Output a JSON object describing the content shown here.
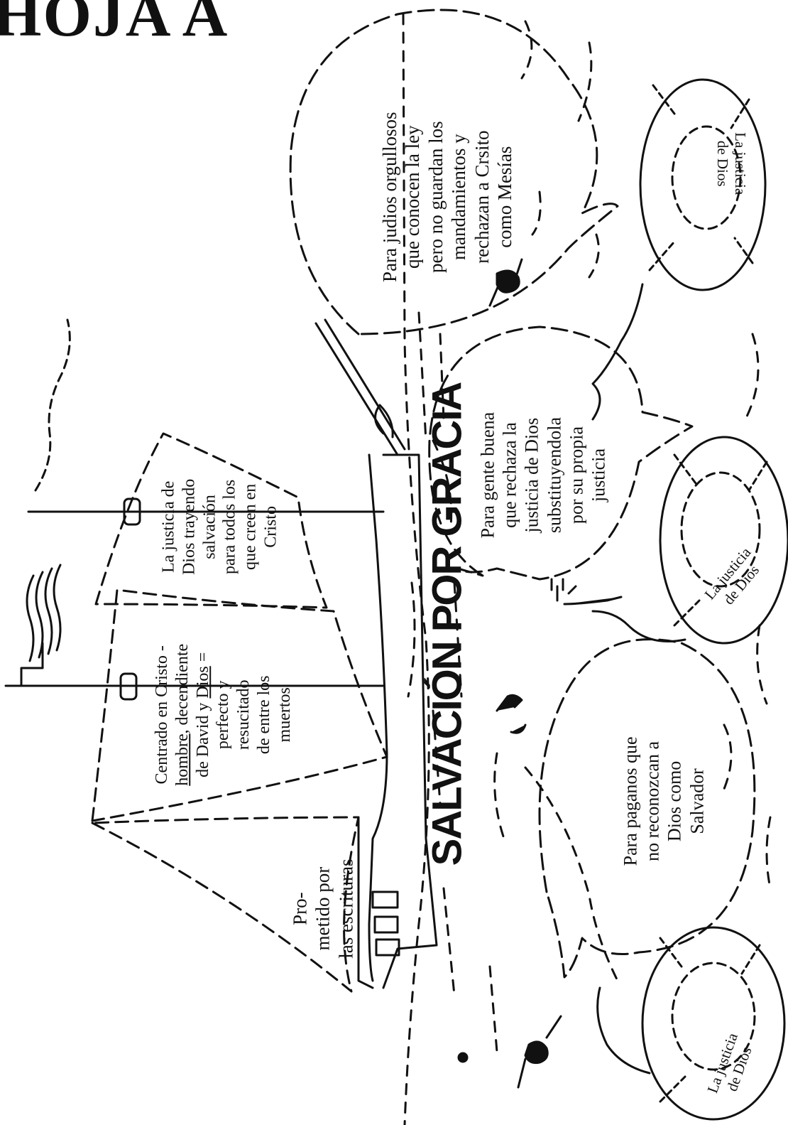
{
  "page": {
    "title": "HOJA A"
  },
  "ship": {
    "banner": "SALVACIÓN POR GRACIA",
    "sail_top": "La justicia de\nDios trayendo\nsalvación\npara todos los\nque creen en\nCristo",
    "sail_middle": {
      "line1": "Centrado en Cristo -",
      "line2_underlined": "hombre",
      "line2_rest": ", decendiente",
      "line3_start": "de David y ",
      "line3_underlined": "Dios",
      "line3_end": " =",
      "rest": "perfecto y\nresucitado\nde entre los\nmuertos"
    },
    "sail_bottom": "Pro-\nmetido por\nlas escrituras"
  },
  "bubbles": {
    "jews": "Para judios orgullosos\nque conocen la ley\npero no guardan los\nmandamientos y\nrechazan a Crsito\ncomo Mesías",
    "good_people": "Para gente buena\nque rechaza la\njusticia de Dios\nsubstituyendola\npor su propia\njusticia",
    "pagans": "Para paganos que\nno reconozcan a\nDios como\nSalvador"
  },
  "lifebuoys": {
    "top": "La justicia\nde Dios",
    "middle": "La justicia\nde Dios",
    "bottom": "La justicia\nde Dios"
  }
}
